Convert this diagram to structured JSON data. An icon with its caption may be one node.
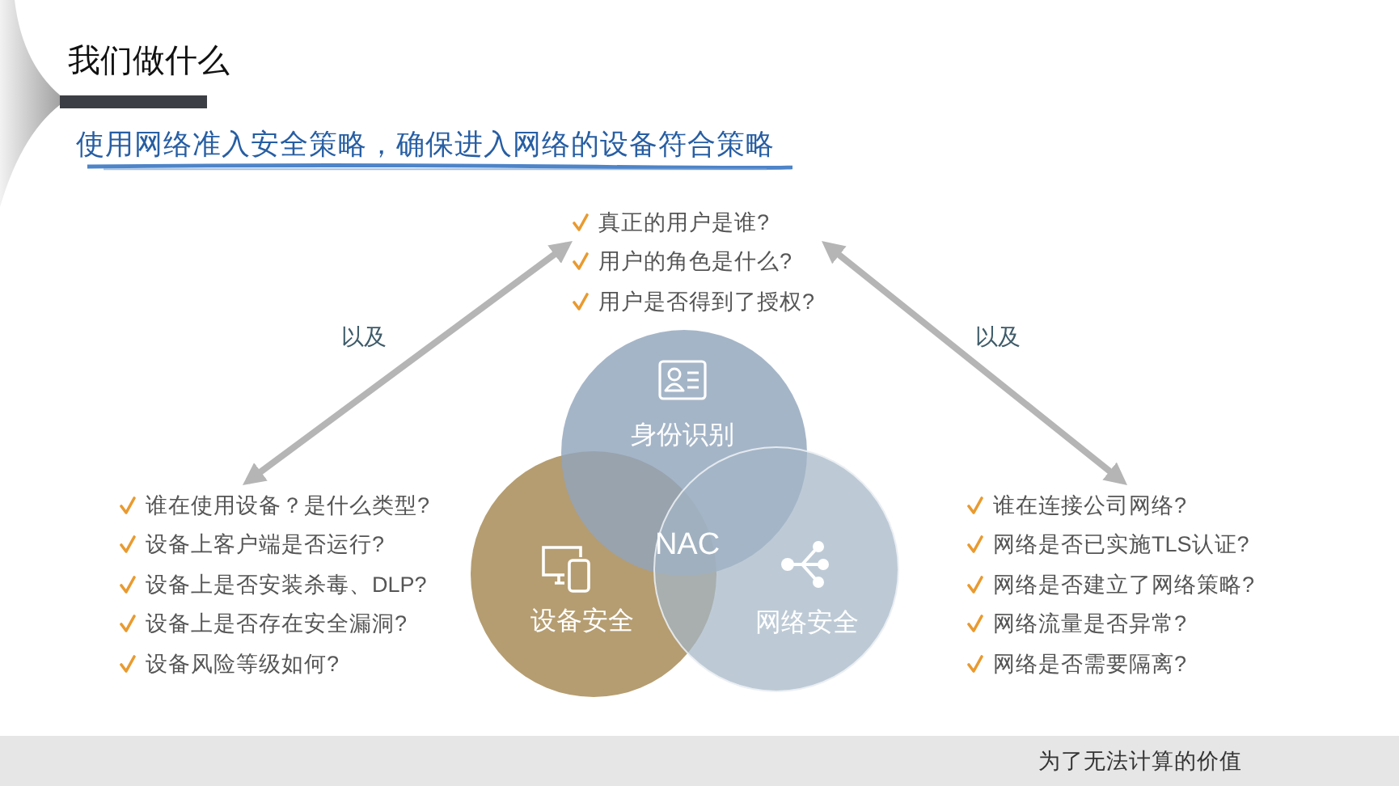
{
  "diagram": {
    "title": "我们做什么",
    "nodes": [
      {
        "text": [
          "真正的用户是谁?",
          "用户的角色是什么?",
          "用户是否得到了授权?"
        ]
      },
      {
        "text": [
          "身份识别"
        ]
      },
      {
        "text": [
          "谁在使用设备？是什么类型?",
          "设备上客户端是否运行?",
          "设备上是否安装杀毒、DLP?",
          "设备上是否存在安全漏洞?",
          "设备风险等级如何?"
        ]
      },
      {
        "text": [
          "设备安全"
        ]
      },
      {
        "text": [
          "网络安全"
        ]
      },
      {
        "text": [
          "谁在连接公司网络?",
          "网络是否已实施TLS认证?",
          "网络是否建立了网络策略?",
          "网络流量是否异常?",
          "网络是否需要隔离?"
        ]
      }
    ],
    "edges": [
      {
        "from": 0,
        "to": 2,
        "arrow": "both",
        "label": "以及"
      },
      {
        "from": 0,
        "to": 5,
        "arrow": "both",
        "label": "以及"
      }
    ],
    "labels": [
      "使用网络准入安全策略，确保进入网络的设备符合策略",
      "NAC",
      "为了无法计算的价值"
    ]
  }
}
